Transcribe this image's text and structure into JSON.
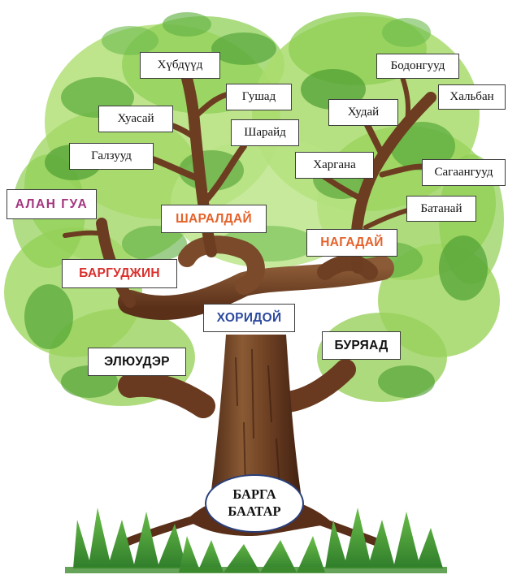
{
  "root": {
    "line1": "БАРГА",
    "line2": "БААТАР"
  },
  "level1": {
    "eluuder": "ЭЛЮУДЭР",
    "horidoi": "ХОРИДОЙ",
    "buryad": "БУРЯАД"
  },
  "level2": {
    "bargudzhin": "БАРГУДЖИН",
    "alan_gua": "АЛАН ГУА",
    "sharaldai": "ШАРАЛДАЙ",
    "nagadai": "НАГАДАЙ"
  },
  "sharaldai_clans": {
    "galzuud": "Галзууд",
    "huasai": "Хуасай",
    "hubduud": "Хүбдүүд",
    "gushad": "Гушад",
    "sharaid": "Шарайд"
  },
  "nagadai_clans": {
    "bodonguud": "Бодонгууд",
    "hudai": "Худай",
    "halban": "Хальбан",
    "hargana": "Харгана",
    "sagaanguud": "Сагаангууд",
    "batanai": "Батанай"
  },
  "colors": {
    "red": "#d9302c",
    "blue": "#2d4aa0",
    "orange": "#e5622a",
    "magenta": "#a3357f",
    "black": "#111111",
    "leaf_light": "#a7d96a",
    "leaf_dark": "#3e9a2f",
    "bark": "#6a3b22"
  }
}
